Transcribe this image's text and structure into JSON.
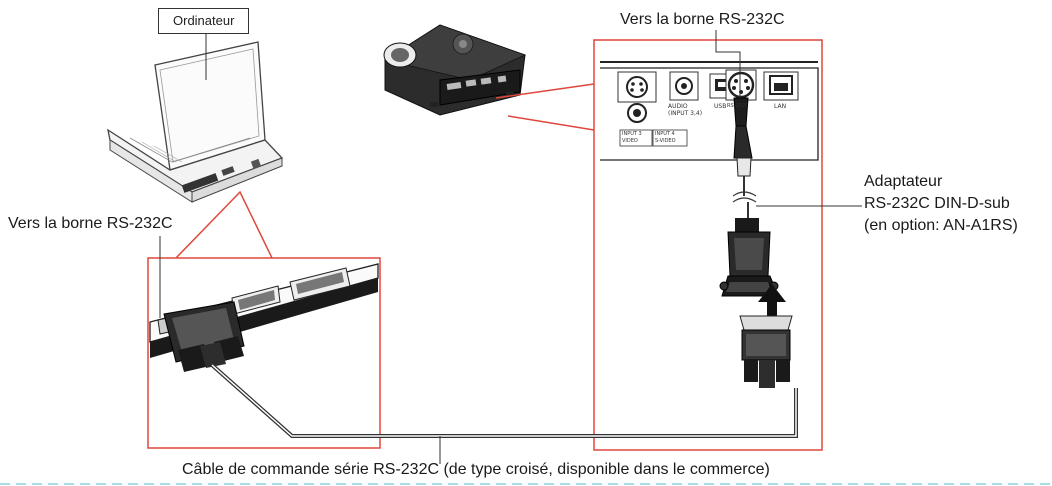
{
  "labels": {
    "computer": "Ordinateur",
    "projector_terminal": "Vers la borne RS-232C",
    "computer_terminal": "Vers la borne RS-232C",
    "adapter_line1": "Adaptateur",
    "adapter_line2": "RS-232C DIN-D-sub",
    "adapter_line3": "(en option: AN-A1RS)",
    "cable": "Câble de commande série RS-232C (de type croisé, disponible dans le commerce)"
  },
  "panel_labels": {
    "audio": "AUDIO",
    "audio_sub": "(INPUT 3,4)",
    "usb": "USB",
    "rs232c": "RS-232C",
    "lan": "LAN",
    "input3": "INPUT 3",
    "input3_sub": "VIDEO",
    "input4": "INPUT 4",
    "input4_sub": "S-VIDEO"
  },
  "colors": {
    "callout_outline": "#e0463c",
    "line": "#333333",
    "dashed_border": "#a8dbe6"
  }
}
